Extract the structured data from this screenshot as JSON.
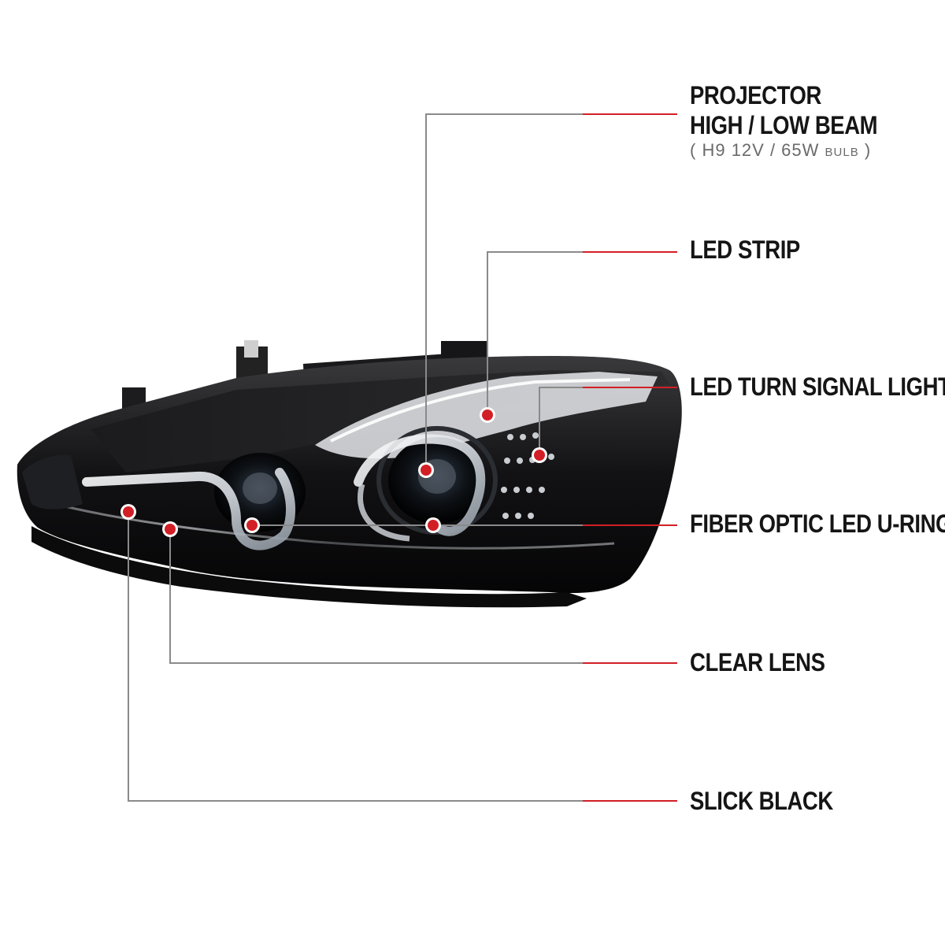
{
  "colors": {
    "accent": "#d21f26",
    "leader_line": "#8a8a8a",
    "text": "#151515",
    "subtext": "#6a6a6a"
  },
  "product_image": {
    "name": "headlight-assembly",
    "finish": "black housing"
  },
  "callouts": [
    {
      "id": "projector",
      "lines": [
        "PROJECTOR",
        "HIGH / LOW BEAM"
      ],
      "detail": {
        "open": "(",
        "main": "H9  12V / 65W",
        "small": "BULB",
        "close": ")"
      }
    },
    {
      "id": "led-strip",
      "lines": [
        "LED STRIP"
      ]
    },
    {
      "id": "turn-signal",
      "lines": [
        "LED TURN SIGNAL LIGHT"
      ]
    },
    {
      "id": "u-rings",
      "lines": [
        "FIBER OPTIC LED U-RINGS"
      ]
    },
    {
      "id": "clear-lens",
      "lines": [
        "CLEAR LENS"
      ]
    },
    {
      "id": "slick-black",
      "lines": [
        "SLICK BLACK"
      ]
    }
  ]
}
